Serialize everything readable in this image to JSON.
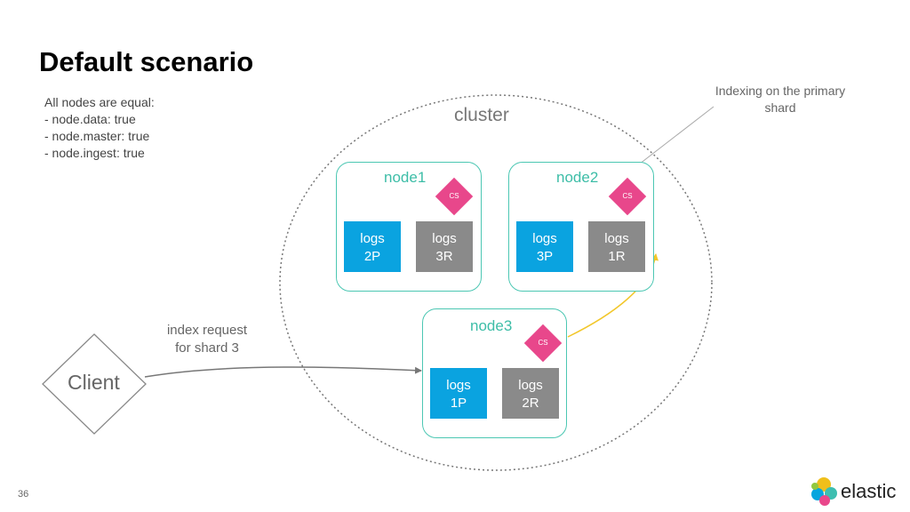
{
  "slide": {
    "title": "Default scenario",
    "page_number": "36",
    "notes": [
      "All nodes are equal:",
      "- node.data: true",
      "- node.master: true",
      "- node.ingest: true"
    ]
  },
  "cluster": {
    "label": "cluster"
  },
  "annotation": {
    "line1": "Indexing on the primary",
    "line2": "shard"
  },
  "client": {
    "label": "Client"
  },
  "request": {
    "line1": "index request",
    "line2": "for shard 3"
  },
  "nodes": [
    {
      "name": "node1",
      "cs": "CS",
      "shards": [
        {
          "line1": "logs",
          "line2": "2P"
        },
        {
          "line1": "logs",
          "line2": "3R"
        }
      ]
    },
    {
      "name": "node2",
      "cs": "CS",
      "shards": [
        {
          "line1": "logs",
          "line2": "3P"
        },
        {
          "line1": "logs",
          "line2": "1R"
        }
      ]
    },
    {
      "name": "node3",
      "cs": "CS",
      "shards": [
        {
          "line1": "logs",
          "line2": "1P"
        },
        {
          "line1": "logs",
          "line2": "2R"
        }
      ]
    }
  ],
  "colors": {
    "primary_shard": "#0aa3e0",
    "replica_shard": "#8a8a8a",
    "cluster_state": "#e8478b",
    "node_border": "#4cc7b3",
    "replication_arrow": "#f2c72b"
  },
  "logo": {
    "text": "elastic"
  }
}
